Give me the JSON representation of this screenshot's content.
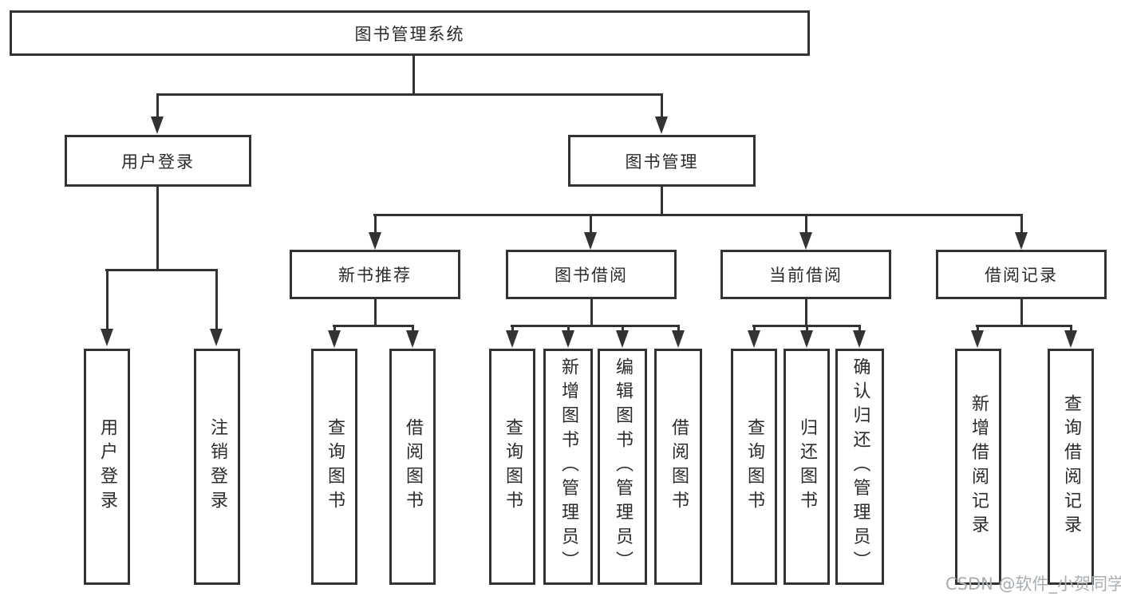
{
  "diagram": {
    "type": "hierarchy-tree",
    "root": {
      "label": "图书管理系统",
      "children": [
        {
          "label": "用户登录",
          "children": [
            {
              "label": "用户登录"
            },
            {
              "label": "注销登录"
            }
          ]
        },
        {
          "label": "图书管理",
          "children": [
            {
              "label": "新书推荐",
              "children": [
                {
                  "label": "查询图书"
                },
                {
                  "label": "借阅图书"
                }
              ]
            },
            {
              "label": "图书借阅",
              "children": [
                {
                  "label": "查询图书"
                },
                {
                  "label": "新增图书（管理员）"
                },
                {
                  "label": "编辑图书（管理员）"
                },
                {
                  "label": "借阅图书"
                }
              ]
            },
            {
              "label": "当前借阅",
              "children": [
                {
                  "label": "查询图书"
                },
                {
                  "label": "归还图书"
                },
                {
                  "label": "确认归还（管理员）"
                }
              ]
            },
            {
              "label": "借阅记录",
              "children": [
                {
                  "label": "新增借阅记录"
                },
                {
                  "label": "查询借阅记录"
                }
              ]
            }
          ]
        }
      ]
    }
  },
  "watermark": {
    "text": "CSDN @软件_小贺同学",
    "color": "#a9aeb2"
  },
  "colors": {
    "line": "#333333",
    "border": "#333333",
    "text": "#2b2b2b",
    "background": "#ffffff"
  }
}
